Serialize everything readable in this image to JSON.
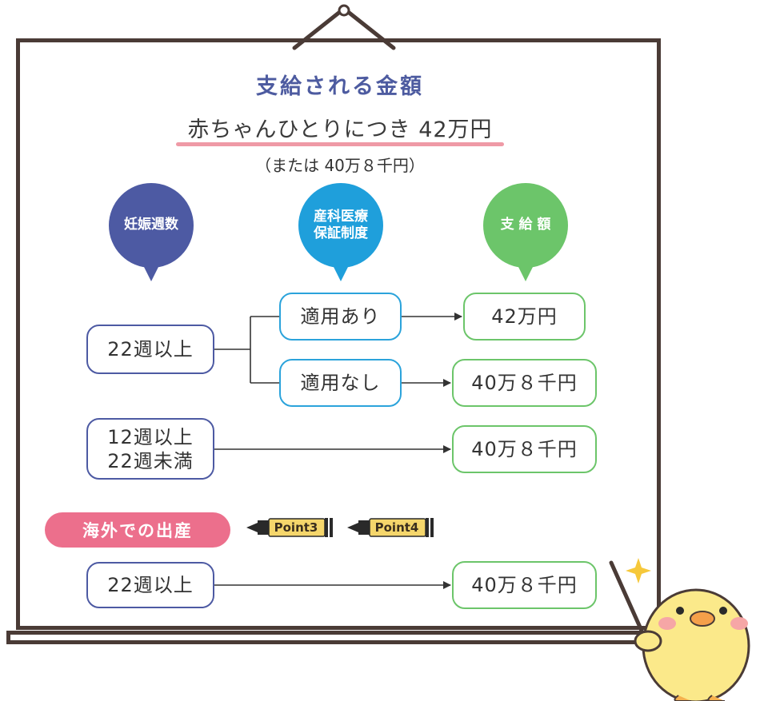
{
  "title": "支給される金額",
  "subtitle": "赤ちゃんひとりにつき 42万円",
  "note": "（または 40万８千円）",
  "headers": {
    "weeks": "妊娠週数",
    "insurance_line1": "産科医療",
    "insurance_line2": "保証制度",
    "amount": "支 給 額"
  },
  "rows": {
    "weeks_22_plus": "22週以上",
    "applied": "適用あり",
    "not_applied": "適用なし",
    "amount_applied": "42万円",
    "amount_not_applied": "40万８千円",
    "weeks_12_line1": "12週以上",
    "weeks_12_line2": "22週未満",
    "amount_12_22": "40万８千円"
  },
  "overseas": {
    "label": "海外での出産",
    "point3": "Point3",
    "point4": "Point4",
    "weeks": "22週以上",
    "amount": "40万８千円"
  },
  "colors": {
    "board_frame": "#4a3b36",
    "title": "#4d5ba0",
    "weeks_bubble": "#4d5aa3",
    "insurance_bubble": "#1f9fdb",
    "amount_bubble": "#6cc56a",
    "pill": "#ec6f8c",
    "marker": "#f5d66b",
    "chick": "#fbe98a"
  }
}
